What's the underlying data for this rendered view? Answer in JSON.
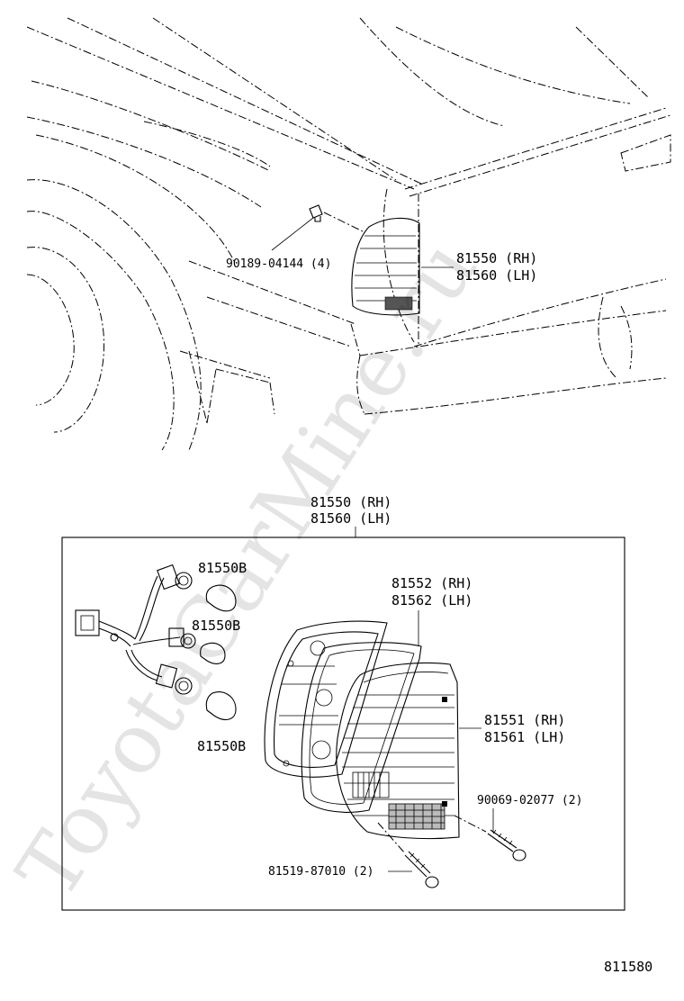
{
  "watermark": "ToyotaCarMine.ru",
  "diagram_code": "811580",
  "top_labels": {
    "clip_part": "90189-04144 (4)",
    "lamp_rh": "81550 (RH)",
    "lamp_lh": "81560 (LH)"
  },
  "box_title": {
    "rh": "81550 (RH)",
    "lh": "81560 (LH)"
  },
  "parts": {
    "bulb_1": "81550B",
    "bulb_2": "81550B",
    "bulb_3": "81550B",
    "gasket_rh": "81552 (RH)",
    "gasket_lh": "81562 (LH)",
    "lens_rh": "81551 (RH)",
    "lens_lh": "81561 (LH)",
    "screw_right": "90069-02077 (2)",
    "screw_bottom": "81519-87010 (2)"
  }
}
